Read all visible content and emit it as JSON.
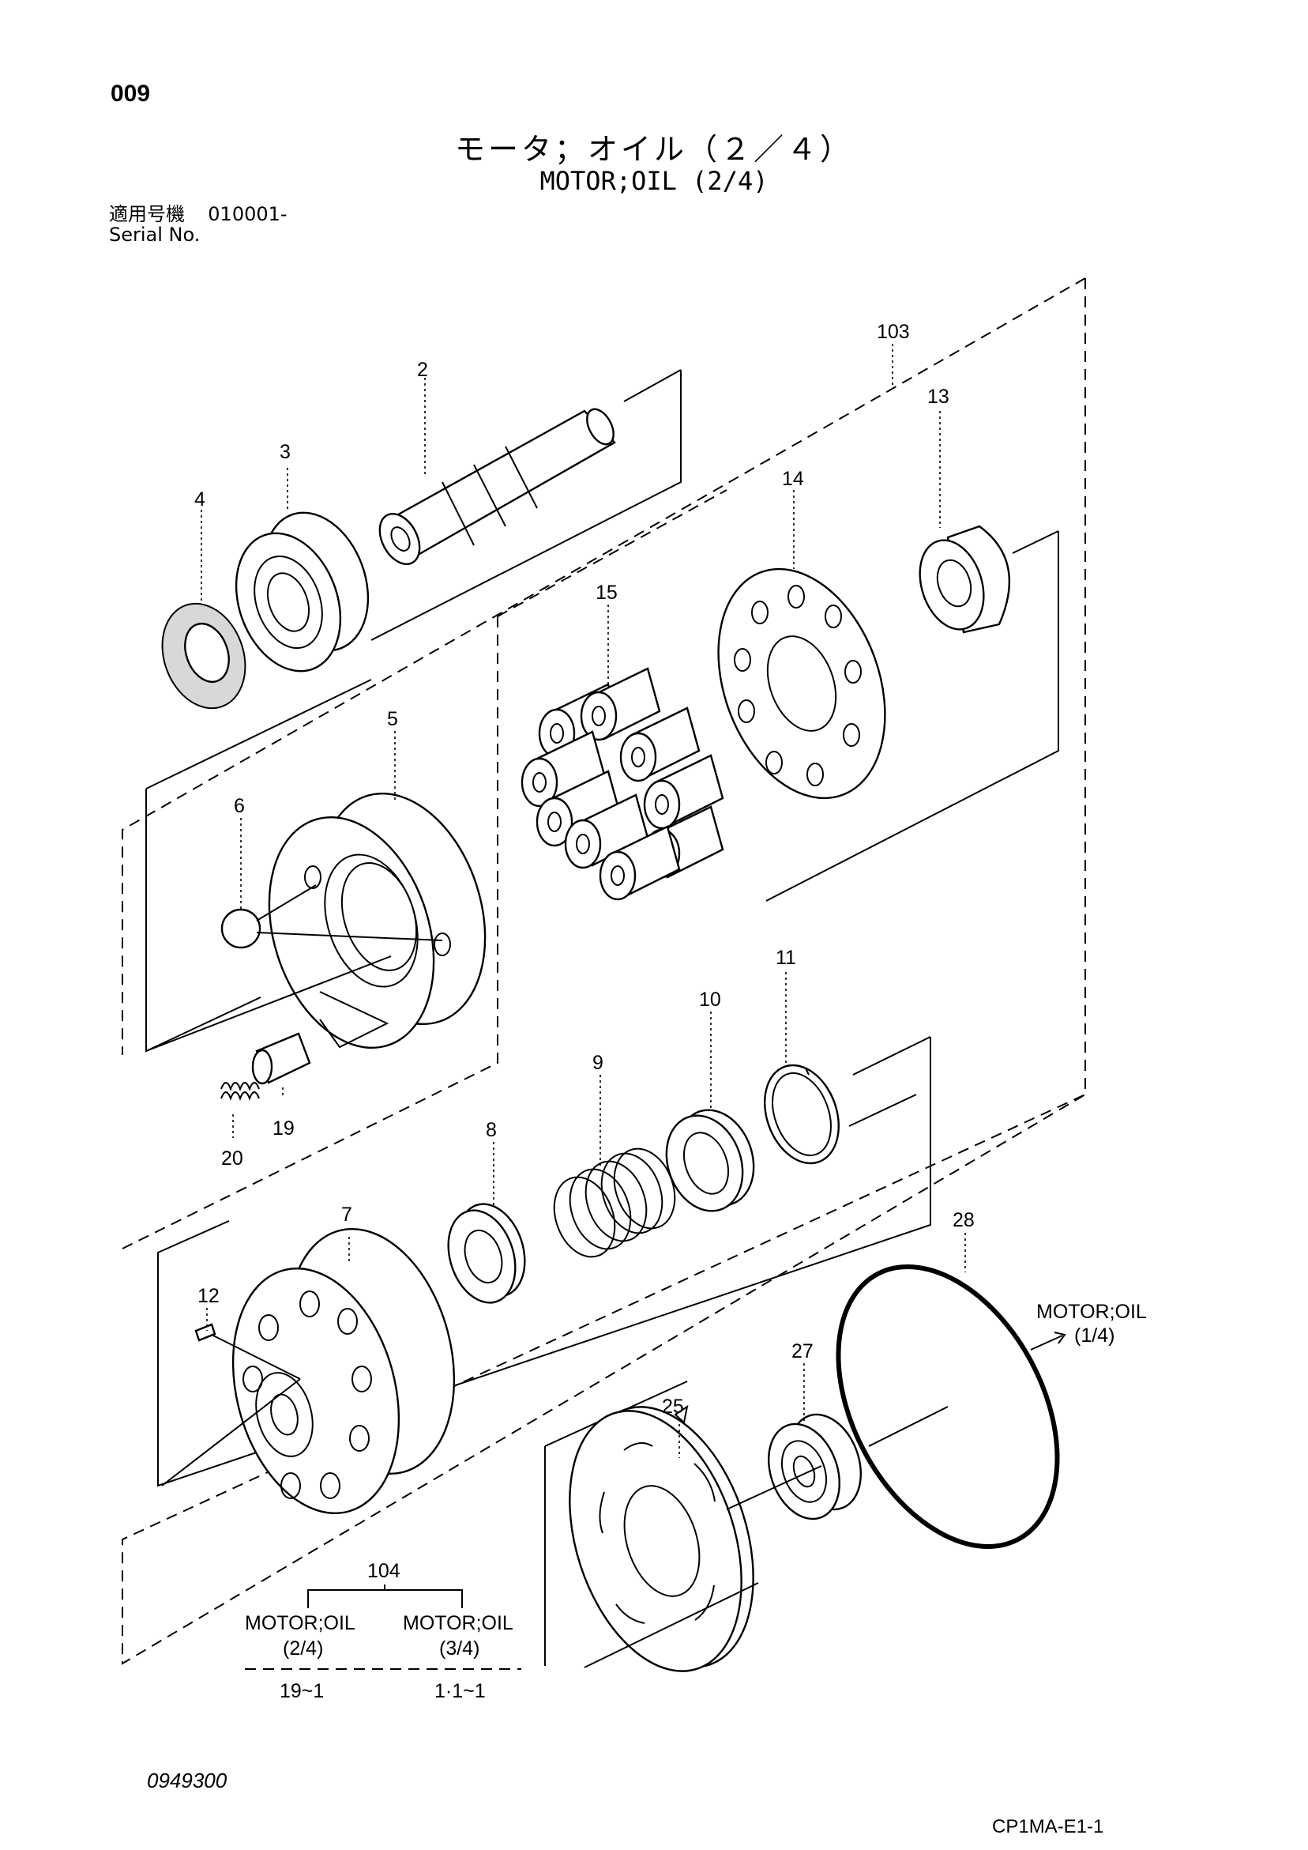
{
  "page": {
    "number": "009",
    "title_jp": "モータ；オイル（２／４）",
    "title_en": "MOTOR;OIL (2/4)",
    "serial_label_jp": "適用号機",
    "serial_label_en": "Serial No.",
    "serial_value": "010001-",
    "doc_number": "0949300",
    "sheet_code": "CP1MA-E1-1"
  },
  "callouts": {
    "c2": "2",
    "c3": "3",
    "c4": "4",
    "c5": "5",
    "c6": "6",
    "c7": "7",
    "c8": "8",
    "c9": "9",
    "c10": "10",
    "c11": "11",
    "c12": "12",
    "c13": "13",
    "c14": "14",
    "c15": "15",
    "c19": "19",
    "c20": "20",
    "c25": "25",
    "c27": "27",
    "c28": "28",
    "c103": "103",
    "c104": "104"
  },
  "references": {
    "ref_1_4_name": "MOTOR;OIL",
    "ref_1_4_page": "(1/4)",
    "ref_2_4_name": "MOTOR;OIL",
    "ref_2_4_page": "(2/4)",
    "ref_2_4_qty": "19~1",
    "ref_3_4_name": "MOTOR;OIL",
    "ref_3_4_page": "(3/4)",
    "ref_3_4_qty": "1·1~1"
  }
}
